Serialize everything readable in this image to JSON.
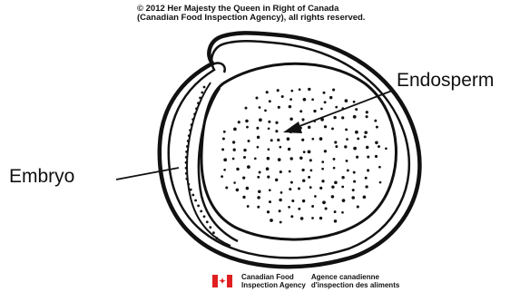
{
  "copyright": {
    "line1": "© 2012 Her Majesty the Queen in Right of Canada",
    "line2": "(Canadian Food Inspection Agency), all rights reserved."
  },
  "labels": {
    "endosperm": "Endosperm",
    "embryo": "Embryo"
  },
  "footer": {
    "en_line1": "Canadian Food",
    "en_line2": "Inspection Agency",
    "fr_line1": "Agence canadienne",
    "fr_line2": "d'inspection des aliments",
    "flag_icon": "canada-flag-icon"
  },
  "colors": {
    "ink": "#111111",
    "flag_red": "#e02020",
    "background": "#ffffff"
  }
}
